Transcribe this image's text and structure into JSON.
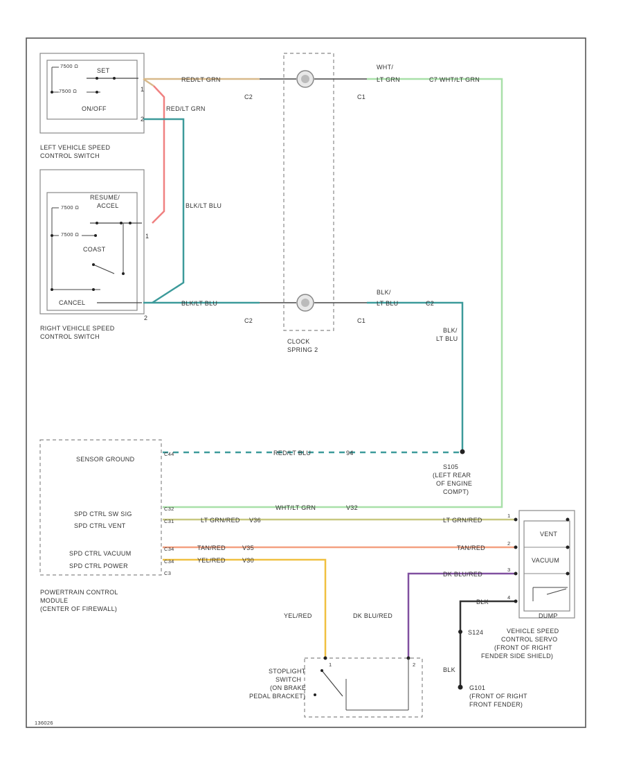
{
  "left_switch": {
    "title_line1": "LEFT VEHICLE SPEED",
    "title_line2": "CONTROL SWITCH",
    "set": "SET",
    "on_off": "ON/OFF",
    "pin1": "1",
    "pin2": "2",
    "res": "7500 Ω",
    "res2": "7500 Ω"
  },
  "right_switch": {
    "title_line1": "RIGHT VEHICLE SPEED",
    "title_line2": "CONTROL SWITCH",
    "resume_accel_1": "RESUME/",
    "resume_accel_2": "ACCEL",
    "coast": "COAST",
    "cancel": "CANCEL",
    "pin1": "1",
    "pin2": "2",
    "res1": "7500 Ω",
    "res2": "7500 Ω"
  },
  "clockspring": {
    "line1": "CLOCK",
    "line2": "SPRING 2",
    "c2_top": "C2",
    "c2_bot": "C2",
    "c1_top": "C1",
    "c1_bot": "C1"
  },
  "wires": {
    "red_lt_grn_a": "RED/LT GRN",
    "red_lt_grn_b": "RED/LT GRN",
    "blk_lt_blu_a": "BLK/LT BLU",
    "blk_lt_blu_b": "BLK/LT BLU",
    "wht_lt_grn_top1": "WHT/",
    "wht_lt_grn_top2": "LT GRN",
    "wht_lt_grn_top3": "C7 WHT/LT GRN",
    "blk_top1": "BLK/",
    "blk_top2": "LT BLU",
    "blk_top3": "C2",
    "blk_right1": "BLK/",
    "blk_right2": "LT BLU",
    "sensor_wire": "RED/LT BLU",
    "sensor_pin_r": "94",
    "wht_lt_grn_pcm": "WHT/LT GRN",
    "wht_pin": "V32",
    "lt_grn_red_pcm": "LT GRN/RED",
    "lt_grn_red_pin": "V36",
    "lt_grn_red_right": "LT GRN/RED",
    "tan_red_pcm": "TAN/RED",
    "tan_red_pin": "V35",
    "tan_red_right": "TAN/RED",
    "yel_red_pcm": "YEL/RED",
    "yel_red_pin": "V30",
    "dk_blu_red_right": "DK BLU/RED",
    "yel_red_vert": "YEL/RED",
    "dk_blu_red_vert": "DK BLU/RED",
    "blk_servo": "BLK",
    "blk_vert": "BLK"
  },
  "ground_s105": {
    "id": "S105",
    "line1": "(LEFT REAR",
    "line2": "OF ENGINE",
    "line3": "COMPT)"
  },
  "pcm": {
    "sensor_ground": "SENSOR GROUND",
    "spd_ctrl_sw_sig": "SPD CTRL SW SIG",
    "spd_ctrl_vent": "SPD CTRL VENT",
    "spd_ctrl_vacuum": "SPD CTRL VACUUM",
    "spd_ctrl_power": "SPD CTRL POWER",
    "pin_sensor": "C44",
    "pin_swsig": "C32",
    "pin_vent": "C31",
    "pin_vacuum": "C34",
    "pin_power": "C34",
    "conn": "C3",
    "title_line1": "POWERTRAIN CONTROL",
    "title_line2": "MODULE",
    "title_line3": "(CENTER OF FIREWALL)"
  },
  "servo": {
    "vent": "VENT",
    "vacuum": "VACUUM",
    "dump": "DUMP",
    "title_line1": "VEHICLE SPEED",
    "title_line2": "CONTROL SERVO",
    "title_line3": "(FRONT OF RIGHT",
    "title_line4": "FENDER SIDE SHIELD)",
    "splice": "S124",
    "pin1": "1",
    "pin2": "2",
    "pin3": "3",
    "pin4": "4"
  },
  "stoplight": {
    "line1": "STOPLIGHT",
    "line2": "SWITCH",
    "line3": "(ON BRAKE",
    "line4": "PEDAL BRACKET)",
    "pin_l": "1",
    "pin_r": "2"
  },
  "ground_g101": {
    "id": "G101",
    "line1": "(FRONT OF RIGHT",
    "line2": "FRONT FENDER)"
  },
  "footer_code": "136026"
}
